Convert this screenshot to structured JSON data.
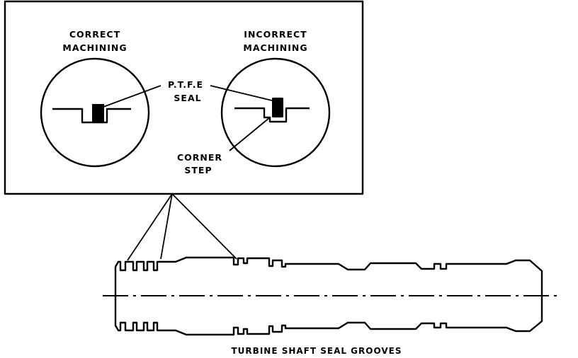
{
  "detail": {
    "correct_label_line1": "CORRECT",
    "correct_label_line2": "MACHINING",
    "incorrect_label_line1": "INCORRECT",
    "incorrect_label_line2": "MACHINING",
    "seal_label_line1": "P.T.F.E",
    "seal_label_line2": "SEAL",
    "corner_label_line1": "CORNER",
    "corner_label_line2": "STEP"
  },
  "caption": "TURBINE SHAFT SEAL GROOVES"
}
